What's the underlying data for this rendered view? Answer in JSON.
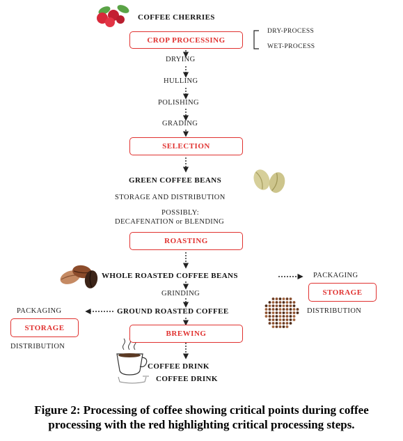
{
  "diagram": {
    "coffee_cherries": "COFFEE CHERRIES",
    "crop_processing": "CROP PROCESSING",
    "dry_process": "DRY-PROCESS",
    "wet_process": "WET-PROCESS",
    "drying": "DRYING",
    "hulling": "HULLING",
    "polishing": "POLISHING",
    "grading": "GRADING",
    "selection": "SELECTION",
    "green_coffee_beans": "GREEN COFFEE BEANS",
    "storage_distribution": "STORAGE AND DISTRIBUTION",
    "possibly": "POSSIBLY:",
    "decaf_blending": "DECAFENATION or BLENDING",
    "roasting": "ROASTING",
    "whole_roasted": "WHOLE ROASTED COFFEE BEANS",
    "right_packaging": "PACKAGING",
    "right_storage": "STORAGE",
    "right_distribution": "DISTRIBUTION",
    "grinding": "GRINDING",
    "ground_roasted": "GROUND ROASTED COFFEE",
    "left_packaging": "PACKAGING",
    "left_storage": "STORAGE",
    "left_distribution": "DISTRIBUTION",
    "brewing": "BREWING",
    "coffee_drink_1": "COFFEE DRINK",
    "coffee_drink_2": "COFFEE DRINK"
  },
  "caption": {
    "line1": "Figure 2: Processing of coffee showing critical points during coffee",
    "line2": "processing with the red highlighting critical processing steps."
  },
  "colors": {
    "critical": "#e0312f",
    "text": "#222222"
  },
  "icons": [
    "coffee-cherries-icon",
    "green-beans-icon",
    "roasted-beans-icon",
    "ground-coffee-icon",
    "coffee-cup-icon",
    "saucer-icon"
  ]
}
